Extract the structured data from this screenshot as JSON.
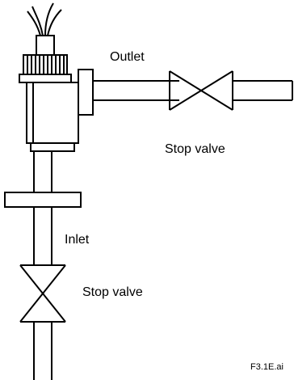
{
  "labels": {
    "outlet": "Outlet",
    "stop_valve_outlet": "Stop valve",
    "inlet": "Inlet",
    "stop_valve_inlet": "Stop valve",
    "figure_id": "F3.1E.ai"
  },
  "colors": {
    "line": "#000000",
    "fill": "#ffffff"
  }
}
